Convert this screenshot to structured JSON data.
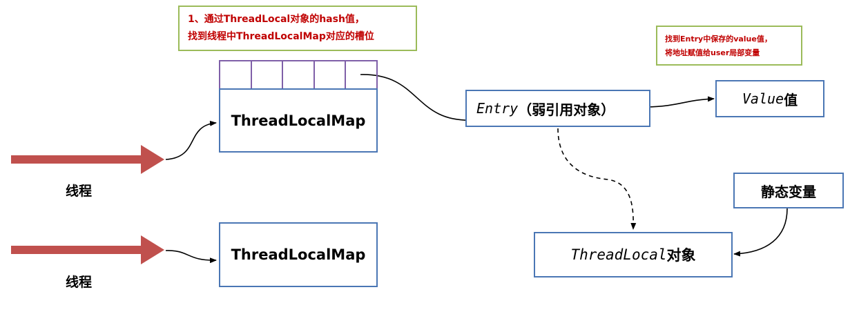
{
  "notes": {
    "hash_line1": "1、通过ThreadLocal对象的hash值，",
    "hash_line2": "找到线程中ThreadLocalMap对应的槽位",
    "entry_line1": "找到Entry中保存的value值，",
    "entry_line2": "将地址赋值给user局部变量"
  },
  "threads": {
    "thread1_label": "线程",
    "thread2_label": "线程"
  },
  "maps": {
    "map1_label": "ThreadLocalMap",
    "map2_label": "ThreadLocalMap",
    "slot_count": 5
  },
  "entry": {
    "name": "Entry",
    "suffix": "（弱引用对象）"
  },
  "value": {
    "name": "Value",
    "suffix": "值"
  },
  "static_var": {
    "label": "静态变量"
  },
  "threadlocal": {
    "name": "ThreadLocal",
    "suffix": "对象"
  },
  "colors": {
    "arrow_fill": "#c0504d",
    "box_border": "#4a76b4",
    "note_border": "#9bbb59",
    "note_text": "#c00000",
    "slot_border": "#7f5fa8"
  }
}
